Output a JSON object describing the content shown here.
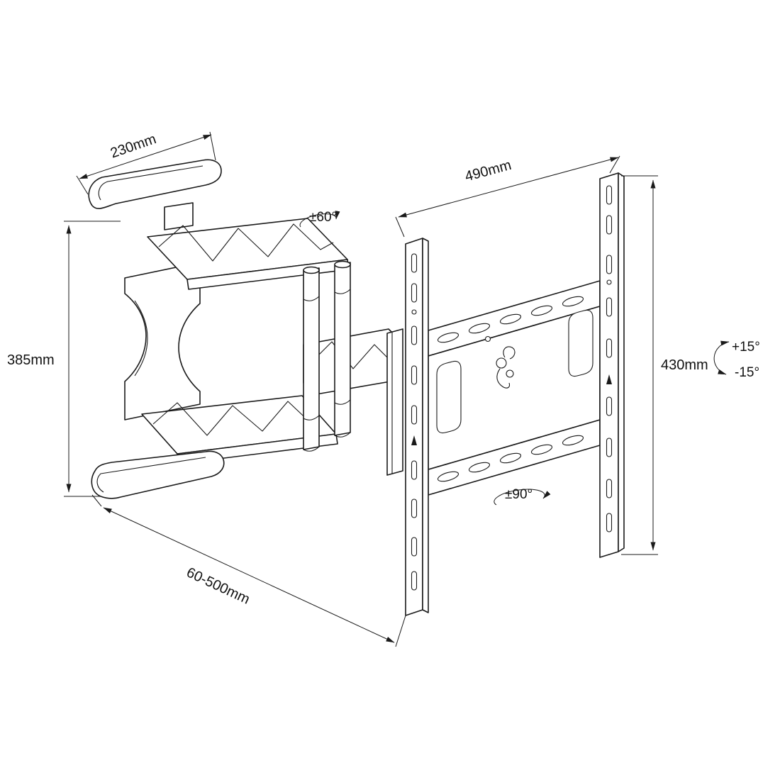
{
  "colors": {
    "line": "#1a1a1a",
    "background": "#ffffff"
  },
  "labels": {
    "cap_width": "230mm",
    "plate_width": "490mm",
    "arm_height": "385mm",
    "plate_height": "430mm",
    "extension_range": "60-500mm",
    "swivel_range": "±60°",
    "rotation_range": "±90°",
    "tilt_up": "+15°",
    "tilt_down": "-15°"
  }
}
